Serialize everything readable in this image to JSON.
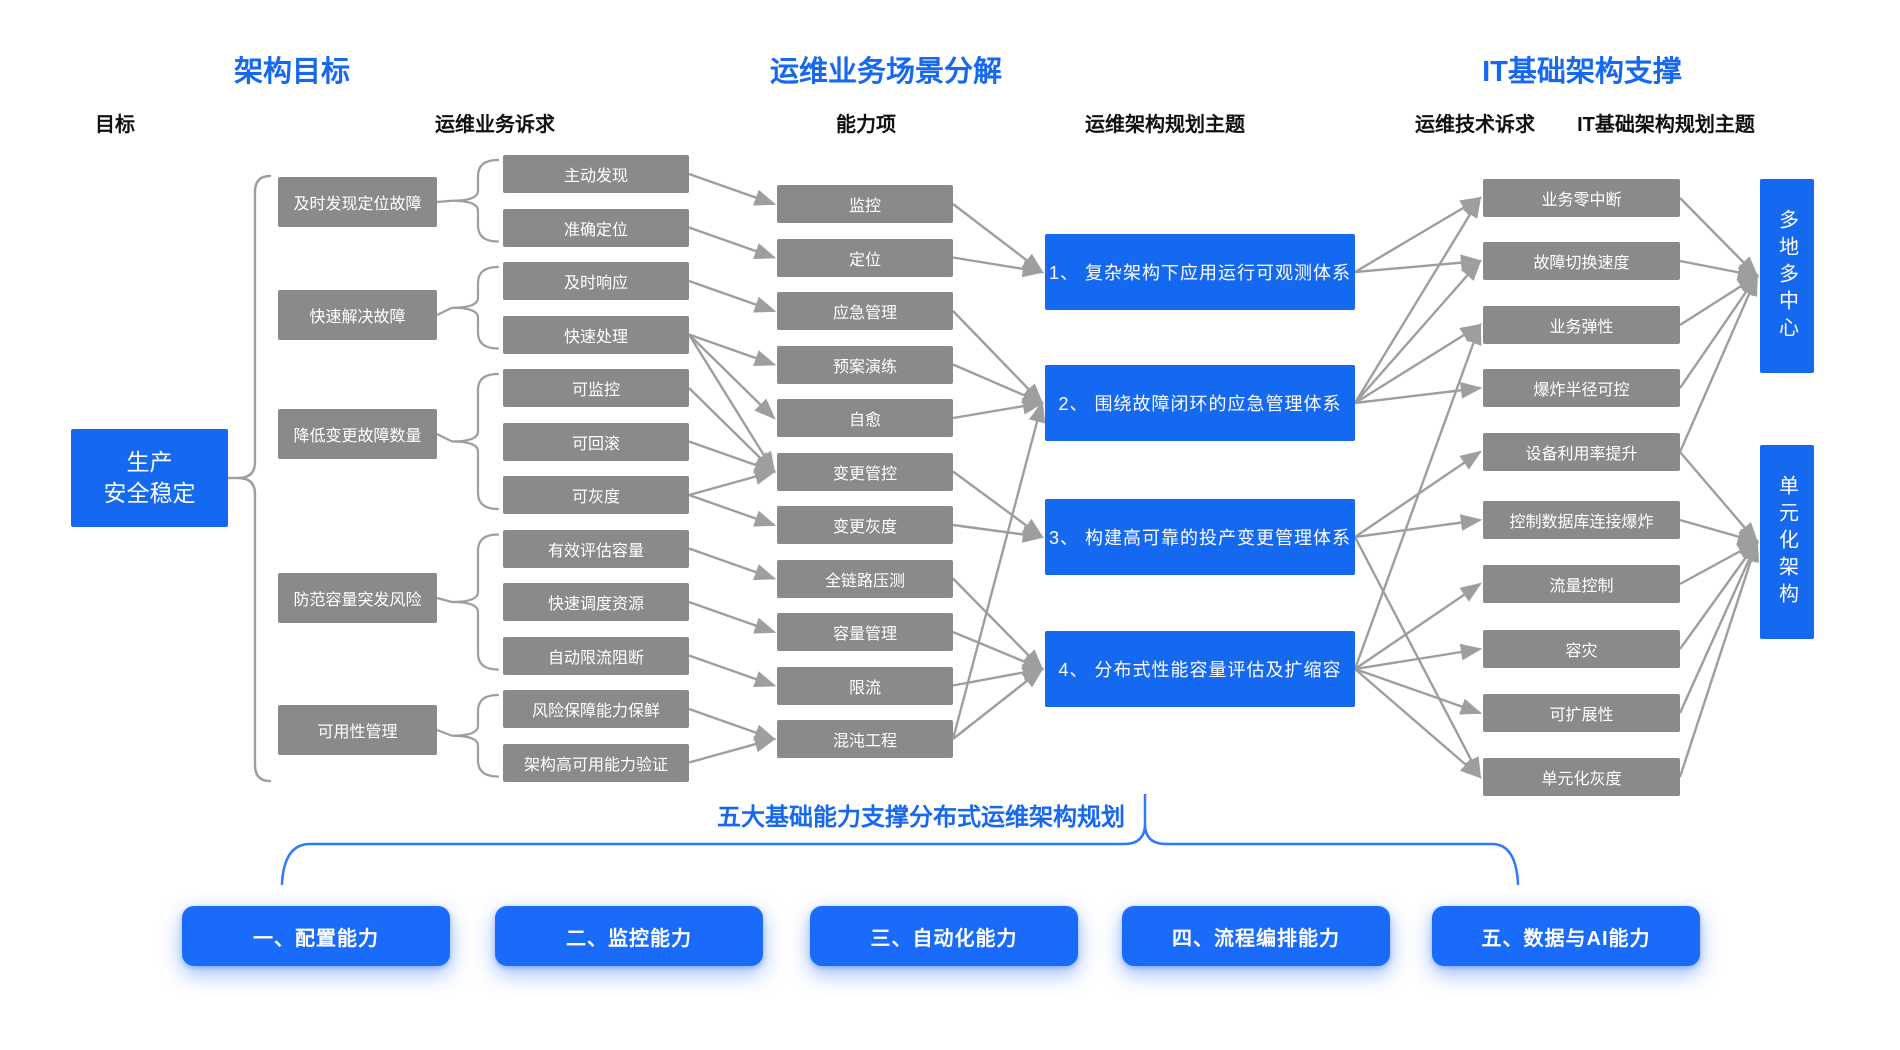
{
  "headers": {
    "left": "架构目标",
    "middle": "运维业务场景分解",
    "right": "IT基础架构支撑"
  },
  "column_labels": {
    "goal": "目标",
    "biz_demand": "运维业务诉求",
    "capability": "能力项",
    "ops_theme": "运维架构规划主题",
    "tech_demand": "运维技术诉求",
    "it_theme": "IT基础架构规划主题"
  },
  "goal_box": {
    "label": "生产\n安全稳定"
  },
  "goals": [
    "及时发现定位故障",
    "快速解决故障",
    "降低变更故障数量",
    "防范容量突发风险",
    "可用性管理"
  ],
  "business_demands": [
    "主动发现",
    "准确定位",
    "及时响应",
    "快速处理",
    "可监控",
    "可回滚",
    "可灰度",
    "有效评估容量",
    "快速调度资源",
    "自动限流阻断",
    "风险保障能力保鲜",
    "架构高可用能力验证"
  ],
  "capabilities": [
    "监控",
    "定位",
    "应急管理",
    "预案演练",
    "自愈",
    "变更管控",
    "变更灰度",
    "全链路压测",
    "容量管理",
    "限流",
    "混沌工程"
  ],
  "ops_themes": [
    "1、 复杂架构下应用运行可观测体系",
    "2、 围绕故障闭环的应急管理体系",
    "3、 构建高可靠的投产变更管理体系",
    "4、 分布式性能容量评估及扩缩容"
  ],
  "tech_demands": [
    "业务零中断",
    "故障切换速度",
    "业务弹性",
    "爆炸半径可控",
    "设备利用率提升",
    "控制数据库连接爆炸",
    "流量控制",
    "容灾",
    "可扩展性",
    "单元化灰度"
  ],
  "it_themes": [
    "多地多中心",
    "单元化架构"
  ],
  "bottom": {
    "title": "五大基础能力支撑分布式运维架构规划",
    "buttons": [
      "一、配置能力",
      "二、监控能力",
      "三、自动化能力",
      "四、流程编排能力",
      "五、数据与AI能力"
    ]
  },
  "colors": {
    "accent_blue": "#1568f0",
    "box_gray": "#8a8a8a",
    "arrow_gray": "#9e9e9e",
    "brace_blue": "#2f7bf5"
  },
  "brace_groups": [
    {
      "source": 0,
      "targets": [
        0,
        1
      ]
    },
    {
      "source": 1,
      "targets": [
        2,
        3
      ]
    },
    {
      "source": 2,
      "targets": [
        4,
        5,
        6
      ]
    },
    {
      "source": 3,
      "targets": [
        7,
        8,
        9
      ]
    },
    {
      "source": 4,
      "targets": [
        10,
        11
      ]
    }
  ],
  "edges": {
    "demand_to_capability": [
      [
        0,
        0
      ],
      [
        1,
        1
      ],
      [
        2,
        2
      ],
      [
        3,
        3
      ],
      [
        3,
        4
      ],
      [
        3,
        5
      ],
      [
        4,
        5
      ],
      [
        5,
        5
      ],
      [
        6,
        5
      ],
      [
        6,
        6
      ],
      [
        7,
        7
      ],
      [
        8,
        8
      ],
      [
        9,
        9
      ],
      [
        10,
        10
      ],
      [
        11,
        10
      ]
    ],
    "capability_to_theme": [
      [
        0,
        0
      ],
      [
        1,
        0
      ],
      [
        2,
        1
      ],
      [
        3,
        1
      ],
      [
        4,
        1
      ],
      [
        10,
        1
      ],
      [
        5,
        2
      ],
      [
        6,
        2
      ],
      [
        7,
        3
      ],
      [
        8,
        3
      ],
      [
        9,
        3
      ],
      [
        10,
        3
      ]
    ],
    "theme_to_tech": [
      [
        0,
        0
      ],
      [
        0,
        1
      ],
      [
        1,
        0
      ],
      [
        1,
        1
      ],
      [
        1,
        2
      ],
      [
        1,
        3
      ],
      [
        2,
        4
      ],
      [
        2,
        5
      ],
      [
        2,
        9
      ],
      [
        3,
        2
      ],
      [
        3,
        6
      ],
      [
        3,
        7
      ],
      [
        3,
        8
      ],
      [
        3,
        9
      ]
    ],
    "tech_to_arch": [
      [
        0,
        0
      ],
      [
        1,
        0
      ],
      [
        2,
        0
      ],
      [
        3,
        0
      ],
      [
        4,
        0
      ],
      [
        4,
        1
      ],
      [
        5,
        1
      ],
      [
        6,
        1
      ],
      [
        7,
        1
      ],
      [
        8,
        1
      ],
      [
        9,
        1
      ]
    ]
  }
}
